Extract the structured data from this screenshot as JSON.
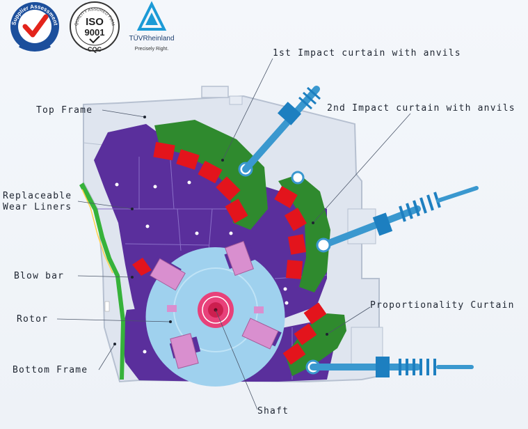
{
  "badges": {
    "supplier_ring_text": "Supplier Assessment",
    "iso_ring_text": "QUALITY ASSURED FIRM",
    "iso_main": "ISO",
    "iso_number": "9001",
    "iso_sub": "CQC",
    "tuv_name": "TÜVRheinland",
    "tuv_slogan": "Precisely Right."
  },
  "labels": {
    "top_frame": "Top Frame",
    "replaceable_line1": "Replaceable",
    "replaceable_line2": "Wear Liners",
    "blow_bar": "Blow bar",
    "rotor": "Rotor",
    "bottom_frame": "Bottom Frame",
    "impact_curtain_1": "1st Impact curtain with anvils",
    "impact_curtain_2": "2nd Impact curtain with anvils",
    "proportionality_curtain": "Proportionality Curtain",
    "shaft": "Shaft"
  },
  "colors": {
    "frame": "#dfe5ef",
    "frame_edge": "#b6c0d0",
    "liner": "#5a2f9c",
    "liner_line": "#8a6fc8",
    "curtain": "#2f8a2e",
    "anvil": "#e3141c",
    "rotor": "#9fd1ee",
    "blowbar": "#d98fcf",
    "hub": "#e8417a",
    "shaft": "#cc1f4f",
    "rod": "#3a98cf",
    "spring": "#1d7fc0",
    "green_strip": "#36b23a"
  }
}
